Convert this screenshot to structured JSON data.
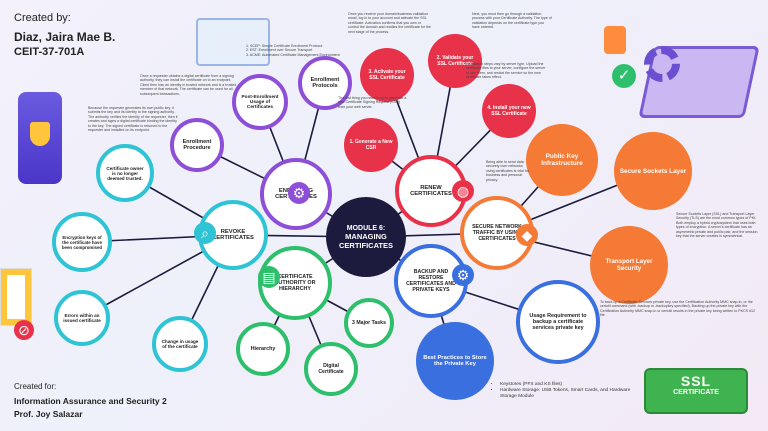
{
  "header": {
    "created_by_label": "Created by:",
    "author": "Diaz, Jaira Mae B.",
    "section": "CEIT-37-701A"
  },
  "footer": {
    "created_for_label": "Created for:",
    "course": "Information Assurance and Security 2",
    "professor": "Prof. Joy Salazar"
  },
  "center": {
    "line1": "MODULE 6:",
    "line2": "MANAGING CERTIFICATES"
  },
  "branches": {
    "enrolling": "ENROLLING CERTIFICATES",
    "renew": "RENEW CERTIFICATES",
    "revoke": "REVOKE CERTIFICATES",
    "secure": "SECURE NETWORK TRAFFIC BY USING CERTIFICATES",
    "authority": "CERTIFICATE AUTHORITY OR HIERARCHY",
    "backup": "BACKUP AND RESTORE CERTIFICATES AND PRIVATE KEYS"
  },
  "subtopics": {
    "enrollment_procedure": "Enrollment Procedure",
    "post_enrollment": "Post-Enrollment Usage of Certificates",
    "enrollment_protocols": "Enrollment Protocols",
    "activate": "3. Activate your SSL Certificate",
    "validate": "2. Validate your SSL Certificate",
    "install": "4. Install your new SSL Certificate",
    "generate": "1. Generate a New CSR",
    "owner": "Certificate owner is no longer deemed trusted.",
    "encryption_keys": "Encryption keys of the certificate have been compromised",
    "errors": "Errors within an issued certificate",
    "change_usage": "Change in usage of the certificate",
    "public_key": "Public Key Infrastructure",
    "secure_sockets": "Secure Sockets Layer",
    "transport": "Transport Layer Security",
    "hierarchy": "Hierarchy",
    "digital_certificate": "Digital Certificate",
    "major_tasks": "3 Major Tasks",
    "usage_requirement": "Usage Requirement to backup a certificate services private key",
    "best_practices": "Best Practices to Store the Private Key"
  },
  "notes": {
    "post_enrollment": "Once a requester obtains a digital certificate from a signing authority, they can install the certificate on to an endpoint. Client then has an identity in trusted network and is a trusted member of that network. The certificate can be used for all subsequent transactions.",
    "enrollment_protocols": "1. SCEP: Simple Certificate Enrollment Protocol\n2. EST: Enrollment over Secure Transport\n3. ACME: Automated Certificate Management Environment",
    "enrollment_procedure": "Because the requester generates its own public key, it submits the key and its identity to the signing authority. The authority verifies the identity of the requester, then it creates and signs a digital certificate binding the identity to the key. The signed certificate is returned to the requester and installed on its endpoint.",
    "activate": "Once you receive your domain/business validation email, log in to your account and activate the SSL certificate. Activation confirms that you own or control the domain and readies the certificate for the next stage of the process.",
    "validate": "Next, you must then go through a validation process with your Certificate Authority. The type of validation depends on the certificate type you have ordered.",
    "install": "Installation steps vary by server type. Upload the certificate files to your server, configure the server to use them, and restart the service so the new certificate takes effect.",
    "generate": "The first thing you need to do is generate a new Certificate Signing Request (CSR) from your web server.",
    "secure": "Being able to send data securely over networks using certificates is vital for business and personal privacy.",
    "ssl_tls": "Secure Sockets Layer (SSL) and Transport Layer Security (TLS) are the most common types of PKI. Both employ a hybrid cryptosystem that uses both types of encryption. A server's certificate has an asymmetric private and public pair, and the session key that the server creates is symmetrical.",
    "backup": "To back up a Certificate Services private key, use the Certification Authority MMC snap-in, or the certutil command (with -backup or -backupkey specified). Backing up the private key with the Certification Authority MMC snap-in or certutil results in the private key being written to PKCS #12 file."
  },
  "bullets": [
    "Keystores (PFX and KS files)",
    "Hardware Storage: USB Tokens, Smart Cards, and Hardware Storage Module"
  ],
  "badge": {
    "label": "SSL",
    "sub": "CERTIFICATE"
  },
  "colors": {
    "purple": "#8e4fd8",
    "red": "#e8324a",
    "cyan": "#2ec4d6",
    "orange": "#f47a35",
    "green": "#2dbf6c",
    "blue": "#3a6fe0",
    "navy": "#1c1b3e"
  },
  "icons": [
    "gear-icon",
    "globe-icon",
    "search-icon",
    "shield-icon",
    "chart-icon",
    "cog-icon",
    "check-icon",
    "lock-icon",
    "laptop-icon",
    "scroll-icon",
    "document-icon",
    "prohibited-icon"
  ]
}
